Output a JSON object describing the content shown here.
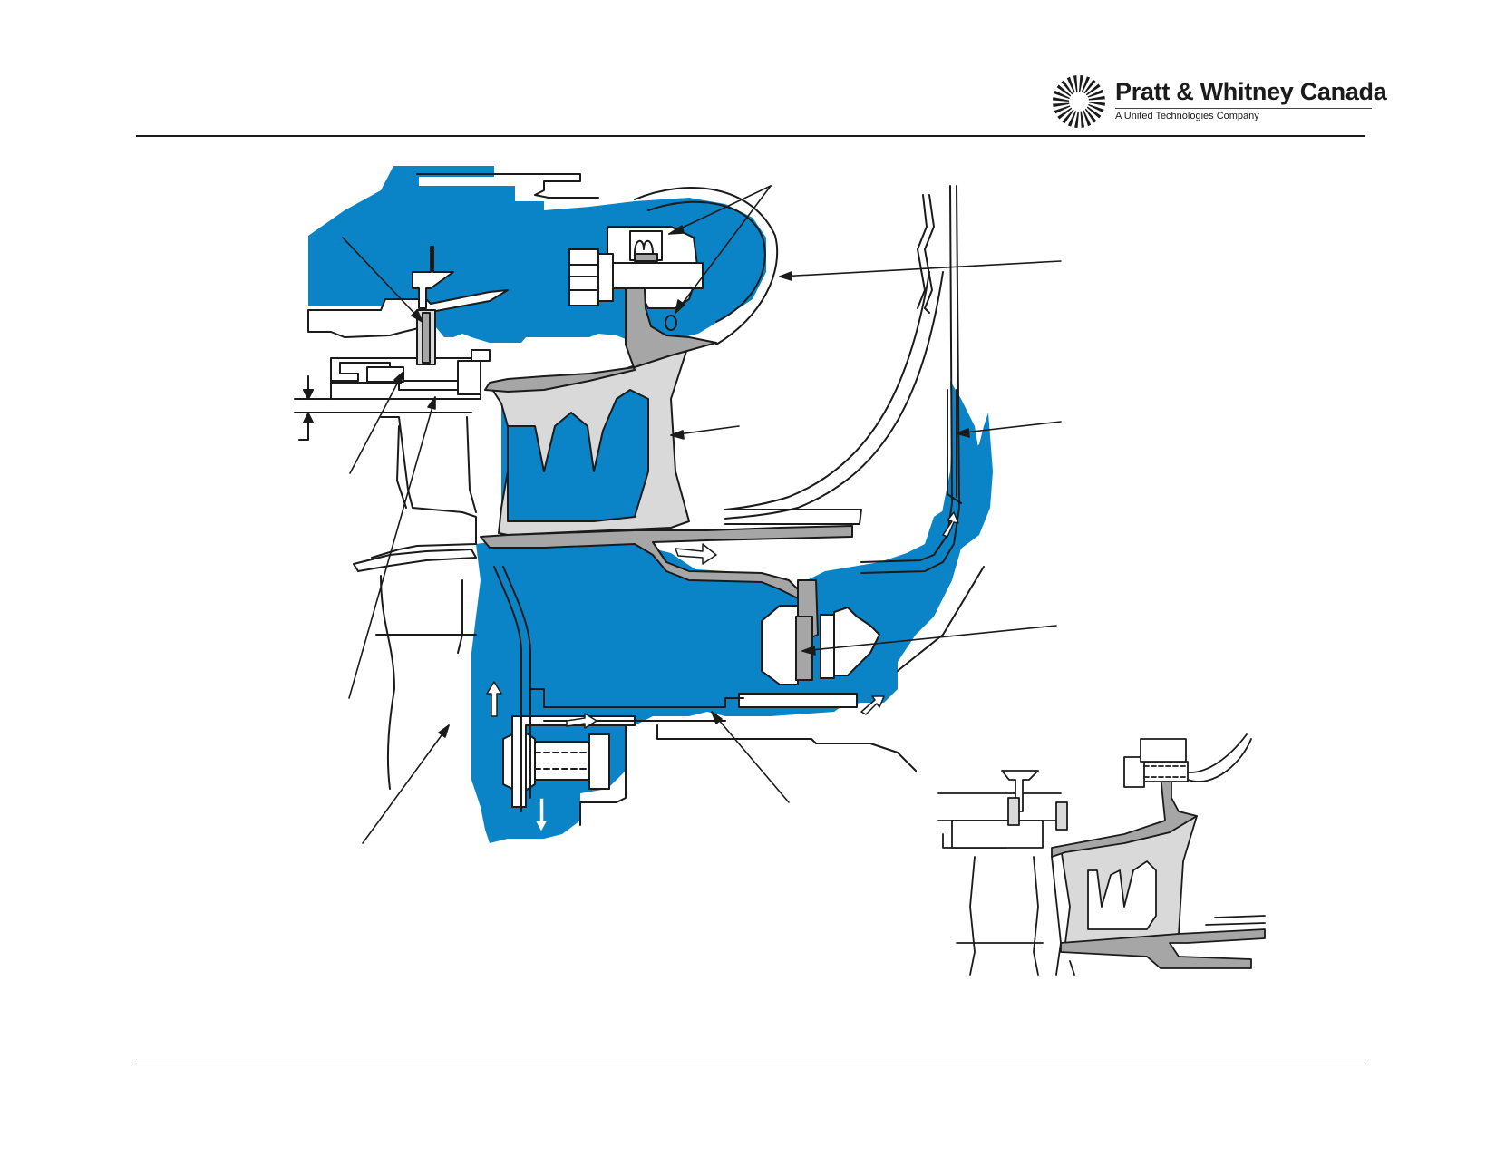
{
  "header": {
    "company_name": "Pratt & Whitney Canada",
    "company_subtitle": "A United Technologies Company",
    "logo_icon": "pwc-rotor-logo"
  },
  "colors": {
    "cooling_air": "#0a84c6",
    "rotor_metal": "#a6a6a6",
    "vane_metal": "#d9d9d9",
    "line": "#1b1b1b",
    "background": "#ffffff"
  },
  "diagram": {
    "subject": "turbine-stage-cross-section",
    "inset": "simplified-turbine-stage-cross-section"
  }
}
